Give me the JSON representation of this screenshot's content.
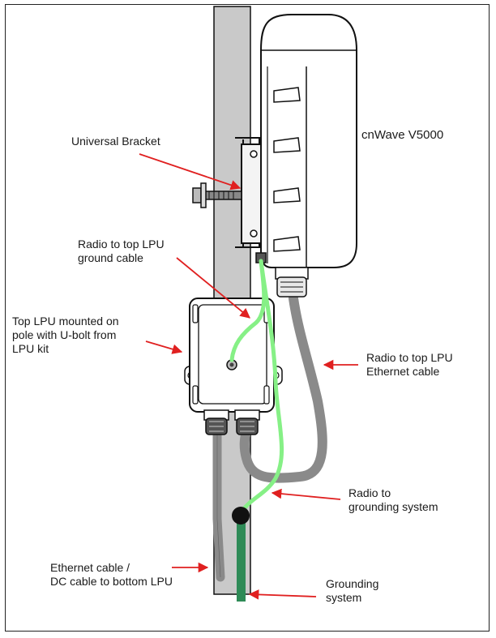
{
  "labels": {
    "radio_model": "cnWave V5000",
    "universal_bracket": "Universal Bracket",
    "radio_to_top_lpu_ground": "Radio to top LPU\nground cable",
    "top_lpu_mounted": "Top LPU mounted on\npole with U-bolt from\nLPU kit",
    "radio_to_top_lpu_ethernet": "Radio to top LPU\nEthernet cable",
    "radio_to_grounding": "Radio to\ngrounding system",
    "ethernet_dc_cable": "Ethernet cable /\nDC cable to bottom LPU",
    "grounding_system": "Grounding\nsystem"
  },
  "colors": {
    "pole": "#c9c9c9",
    "cable_gray": "#8a8a8a",
    "ground_cable_green": "#86f086",
    "grounding_system_green": "#2e8b57",
    "arrow_red": "#e02020",
    "outline": "#111111"
  }
}
